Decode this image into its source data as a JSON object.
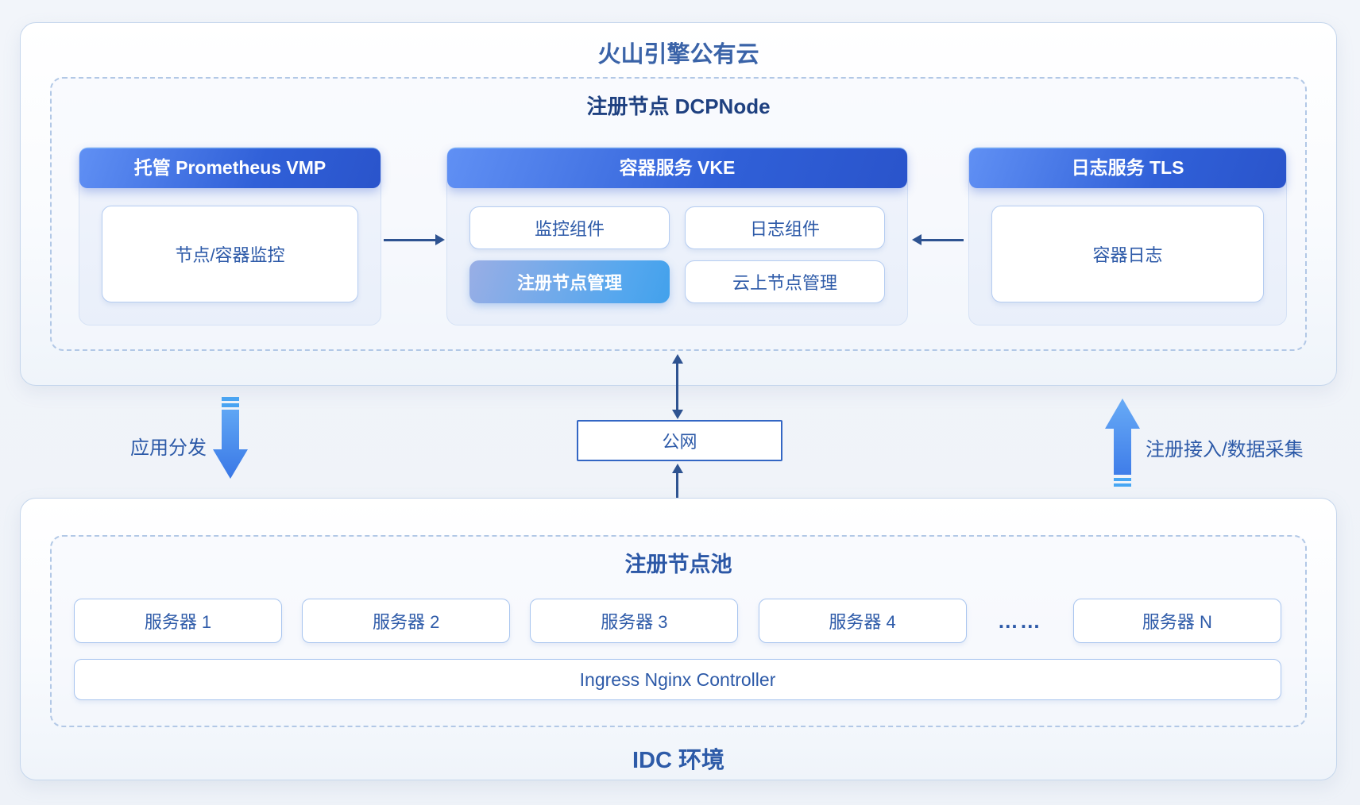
{
  "cloud": {
    "title": "火山引擎公有云",
    "dcp": {
      "title": "注册节点 DCPNode",
      "vmp": {
        "header": "托管 Prometheus VMP",
        "card": "节点/容器监控"
      },
      "vke": {
        "header": "容器服务 VKE",
        "cards": [
          {
            "label": "监控组件",
            "highlight": false
          },
          {
            "label": "日志组件",
            "highlight": false
          },
          {
            "label": "注册节点管理",
            "highlight": true
          },
          {
            "label": "云上节点管理",
            "highlight": false
          }
        ]
      },
      "tls": {
        "header": "日志服务 TLS",
        "card": "容器日志"
      }
    }
  },
  "middle": {
    "public_net": "公网",
    "left_arrow_label": "应用分发",
    "right_arrow_label": "注册接入/数据采集"
  },
  "idc": {
    "pool_title": "注册节点池",
    "servers": [
      "服务器 1",
      "服务器 2",
      "服务器 3",
      "服务器 4",
      "服务器 N"
    ],
    "ellipsis": "……",
    "ingress": "Ingress Nginx Controller",
    "title": "IDC 环境"
  },
  "colors": {
    "header_gradient_start": "#6090f4",
    "header_gradient_end": "#2a54cb",
    "highlight_gradient_start": "#99aee5",
    "highlight_gradient_end": "#42a1ec",
    "title_navy": "#1e4080",
    "text_blue": "#2d5aa8",
    "connector_blue": "#2e5391",
    "big_arrow_blue": "#3f7de9",
    "dashed_border": "#b2c8e6",
    "card_border": "#b5ccf1"
  }
}
